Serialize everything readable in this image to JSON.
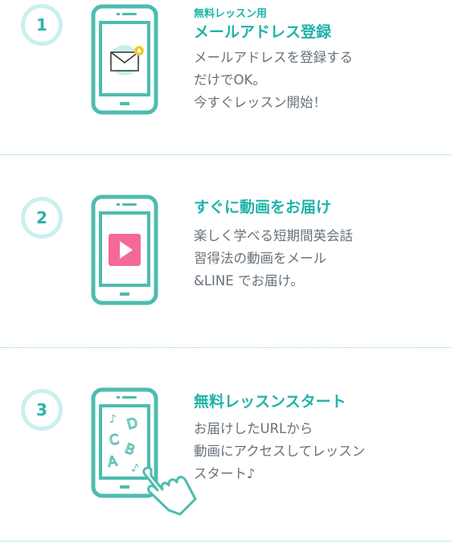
{
  "steps": [
    {
      "number": "1",
      "subtitle": "無料レッスン用",
      "title": "メールアドレス登録",
      "description": [
        "メールアドレスを登録する",
        "だけでOK。",
        "今すぐレッスン開始！"
      ]
    },
    {
      "number": "2",
      "subtitle": "",
      "title": "すぐに動画をお届け",
      "description": [
        "楽しく学べる短期間英会話",
        "習得法の動画をメール",
        "&LINE でお届け。"
      ]
    },
    {
      "number": "3",
      "subtitle": "",
      "title": "無料レッスンスタート",
      "description": [
        "お届けしたURLから",
        "動画にアクセスしてレッスン",
        "スタート♪"
      ]
    }
  ],
  "letters": [
    "D",
    "C",
    "B",
    "A"
  ],
  "colors": {
    "teal": "#4dbcaf",
    "title": "#20b3a9",
    "text": "#67717a",
    "circle_border": "#c9f1ee",
    "play": "#f4689a",
    "mail_bg": "#c6f1ec",
    "bell": "#f7d128"
  },
  "icons": [
    "mail-icon",
    "bell-icon",
    "play-icon",
    "music-note-icon",
    "hand-pointer-icon"
  ]
}
